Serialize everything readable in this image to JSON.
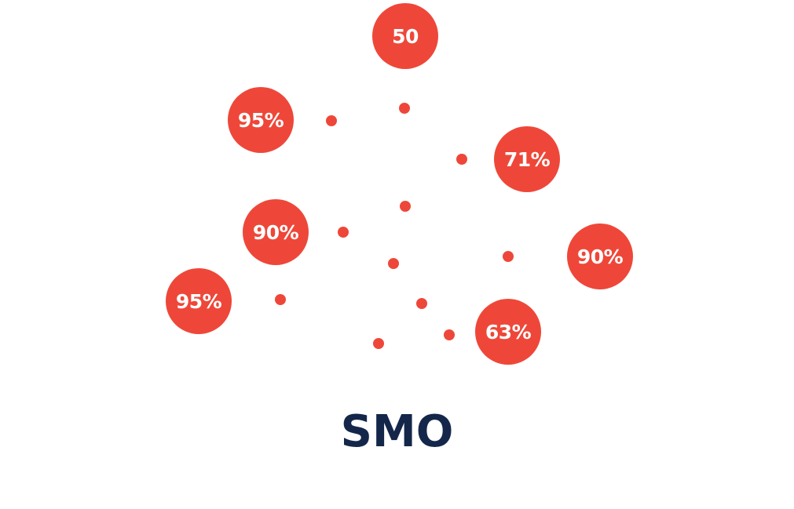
{
  "colors": {
    "accent": "#ee4739",
    "title": "#14274a",
    "background": "#ffffff"
  },
  "title": "SMO",
  "bubbles": [
    {
      "label": "50"
    },
    {
      "label": "95%"
    },
    {
      "label": "71%"
    },
    {
      "label": "90%"
    },
    {
      "label": "90%"
    },
    {
      "label": "95%"
    },
    {
      "label": "63%"
    }
  ]
}
